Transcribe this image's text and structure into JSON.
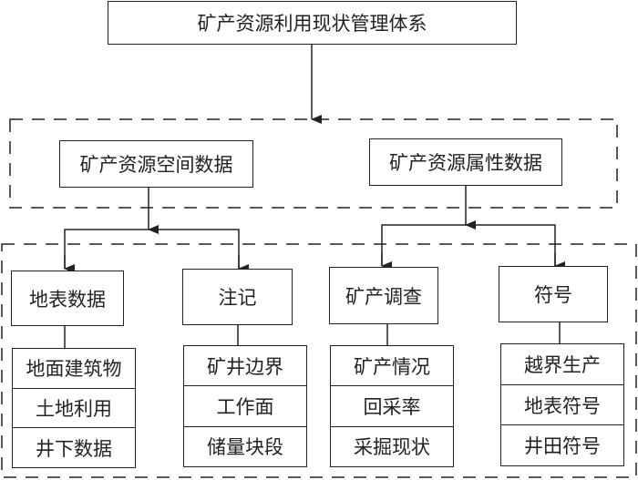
{
  "root": {
    "label": "矿产资源利用现状管理体系"
  },
  "groups": [
    {
      "label": "矿产资源空间数据"
    },
    {
      "label": "矿产资源属性数据"
    }
  ],
  "categories": [
    {
      "label": "地表数据",
      "items": [
        "地面建筑物",
        "土地利用",
        "井下数据"
      ]
    },
    {
      "label": "注记",
      "items": [
        "矿井边界",
        "工作面",
        "储量块段"
      ]
    },
    {
      "label": "矿产调查",
      "items": [
        "矿产情况",
        "回采率",
        "采掘现状"
      ]
    },
    {
      "label": "符号",
      "items": [
        "越界生产",
        "地表符号",
        "井田符号"
      ]
    }
  ],
  "colors": {
    "line": "#222222",
    "background": "#ffffff"
  }
}
